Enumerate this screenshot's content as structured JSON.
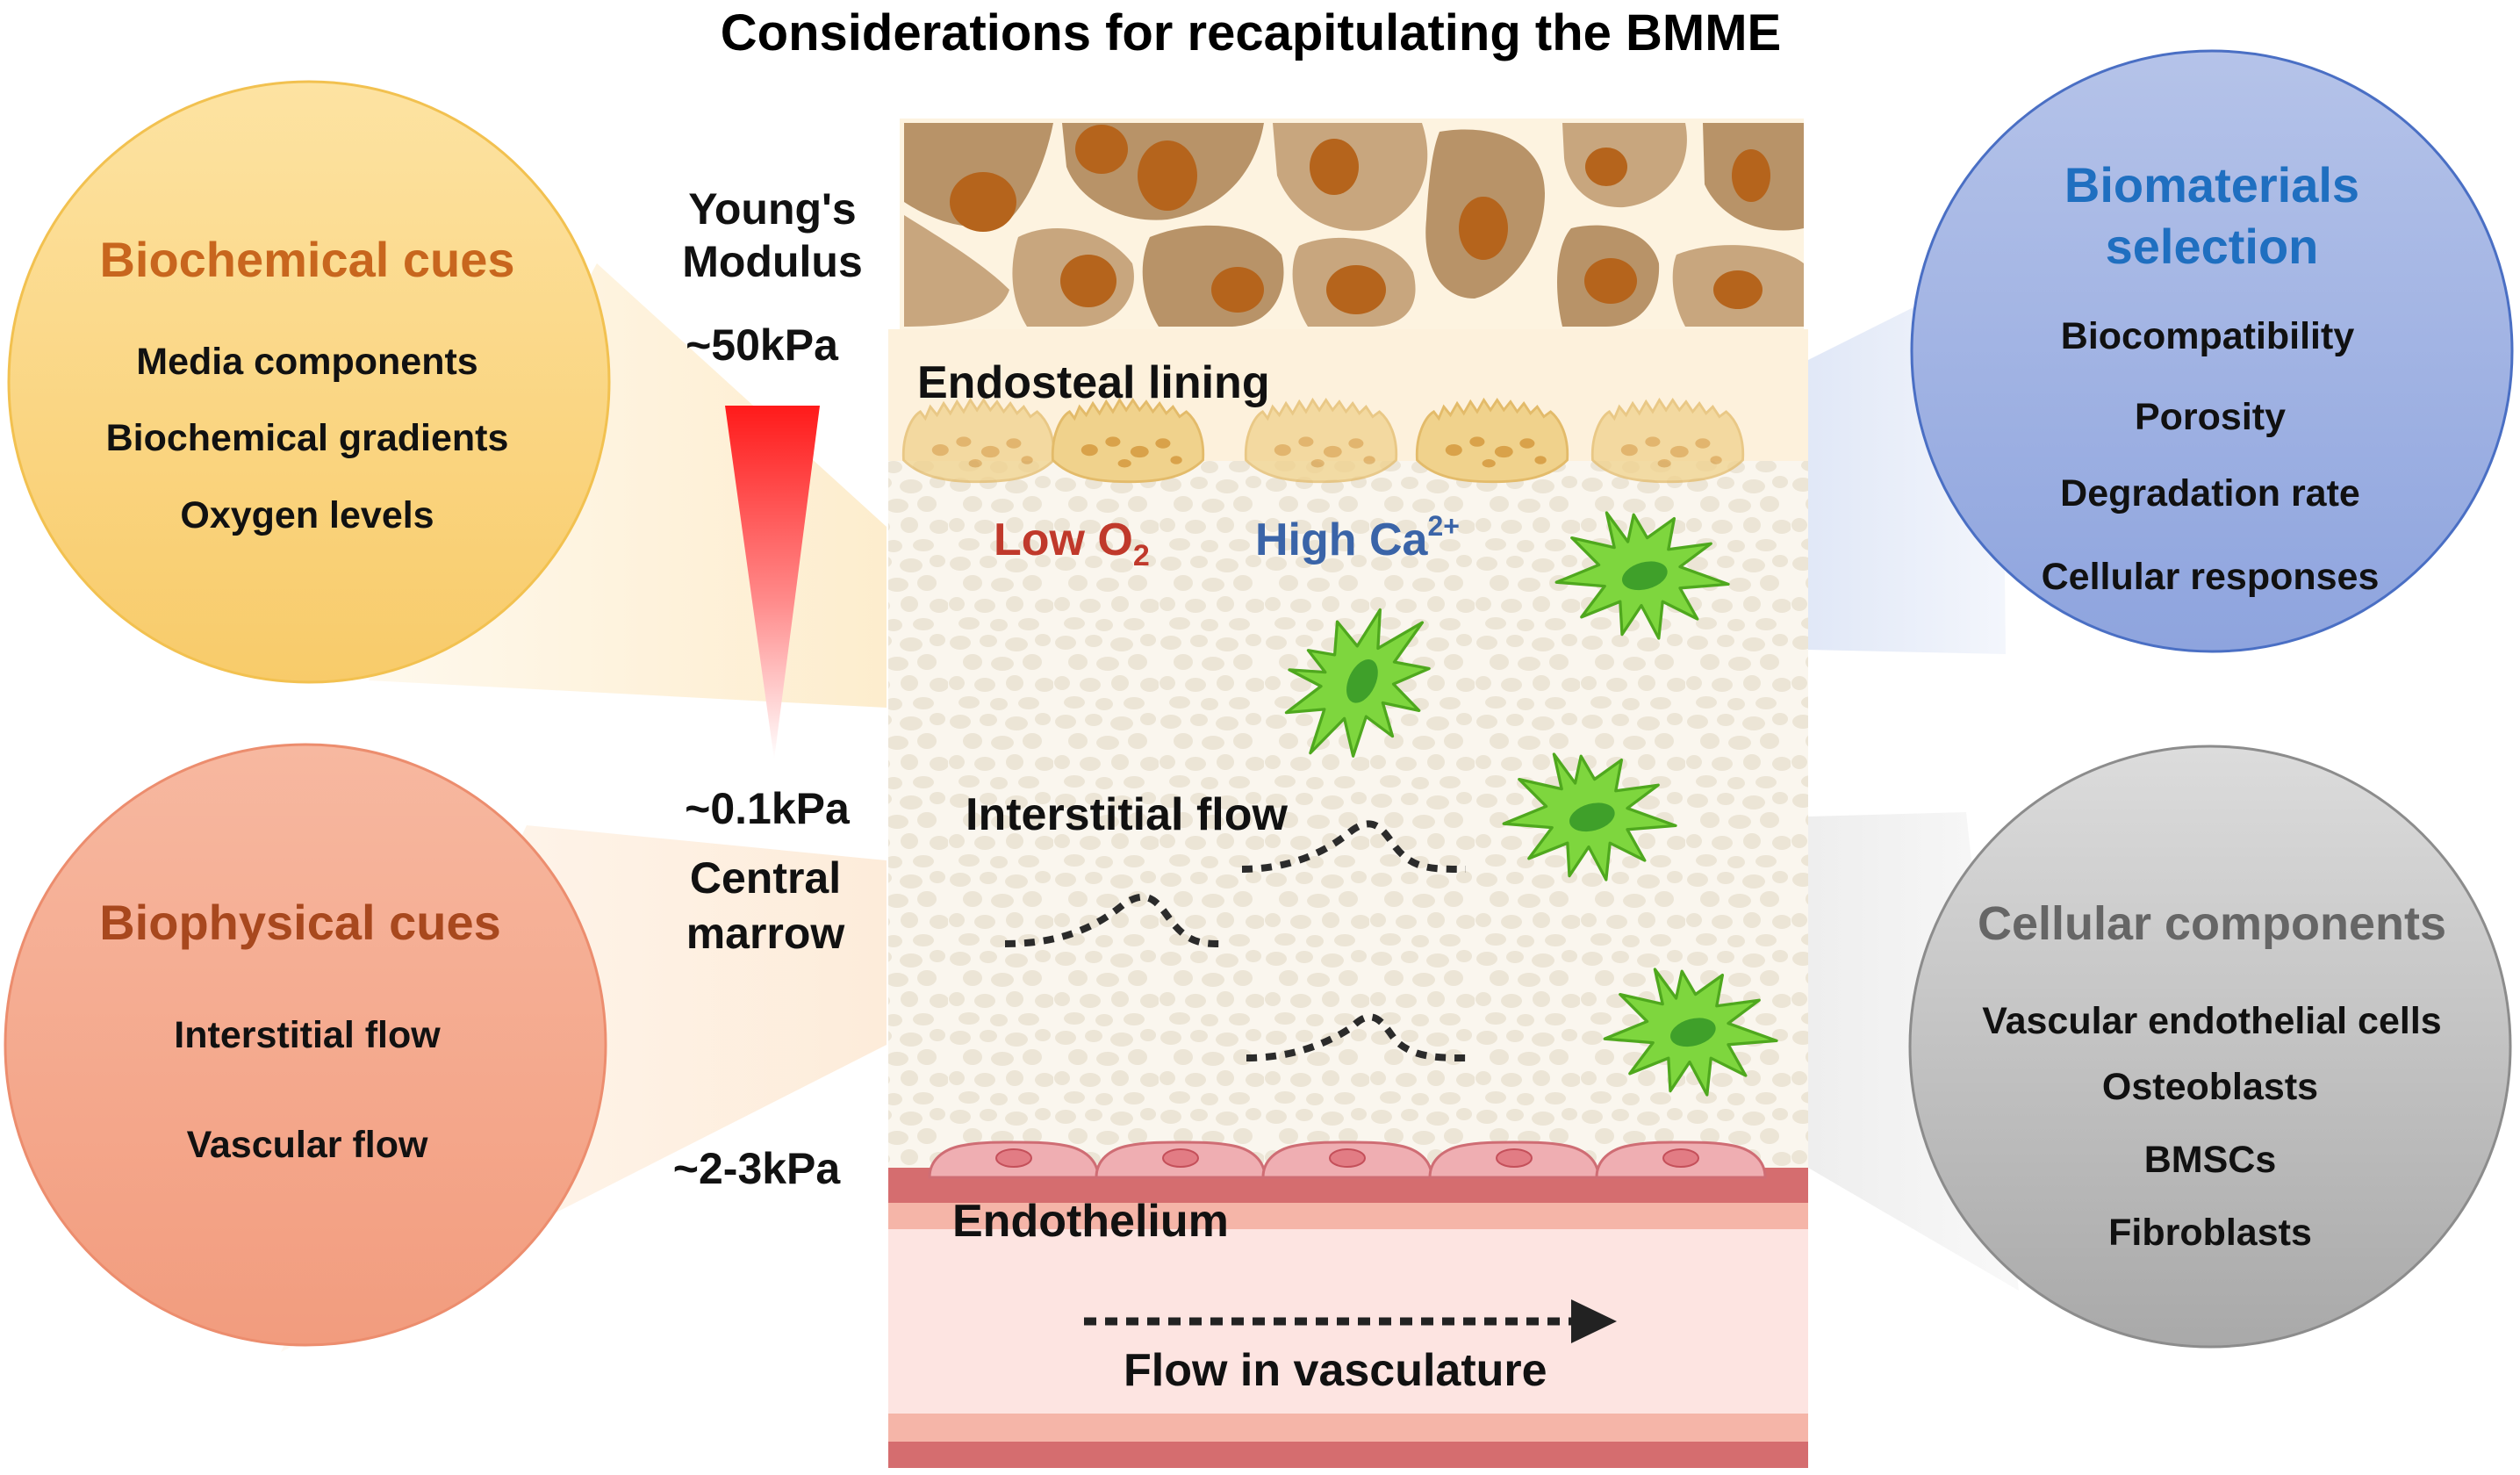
{
  "title": "Considerations for recapitulating the BMME",
  "modulus": {
    "heading_line1": "Young's",
    "heading_line2": "Modulus",
    "top_value": "~50kPa",
    "mid_value": "~0.1kPa",
    "mid_label_line1": "Central",
    "mid_label_line2": "marrow",
    "bottom_value": "~2-3kPa"
  },
  "niche": {
    "endosteal_label": "Endosteal lining",
    "low_o2_text": "Low O",
    "low_o2_sub": "2",
    "high_ca_text": "High Ca",
    "high_ca_sup": "2+",
    "interstitial_flow_label": "Interstitial flow",
    "endothelium_label": "Endothelium",
    "vasculature_flow_label": "Flow in vasculature"
  },
  "circles": {
    "biochemical": {
      "title": "Biochemical cues",
      "items": [
        "Media components",
        "Biochemical gradients",
        "Oxygen levels"
      ]
    },
    "biophysical": {
      "title": "Biophysical cues",
      "items": [
        "Interstitial flow",
        "Vascular flow"
      ]
    },
    "biomaterials": {
      "title_line1": "Biomaterials",
      "title_line2": "selection",
      "items": [
        "Biocompatibility",
        "Porosity",
        "Degradation rate",
        "Cellular responses"
      ]
    },
    "cellular": {
      "title": "Cellular components",
      "items": [
        "Vascular endothelial cells",
        "Osteoblasts",
        "BMSCs",
        "Fibroblasts"
      ]
    }
  },
  "colors": {
    "biochemical_title": "#c8661e",
    "biophysical_title": "#a8481e",
    "biomaterials_title": "#1f6fc0",
    "cellular_title": "#666666",
    "low_o2": "#c0392b",
    "high_ca": "#3a64a8",
    "gradient_top": "#ff1a1a"
  }
}
